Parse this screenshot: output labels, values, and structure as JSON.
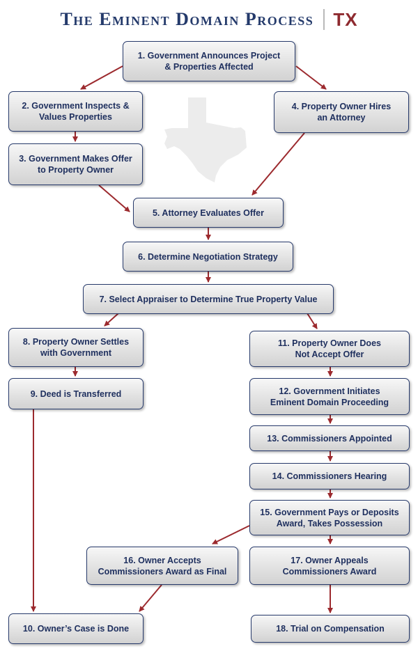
{
  "title": {
    "main": "The Eminent Domain Process",
    "state": "TX"
  },
  "steps": {
    "s1": "1. Government Announces Project\n& Properties Affected",
    "s2": "2. Government Inspects &\nValues Properties",
    "s3": "3. Government Makes Offer\nto Property Owner",
    "s4": "4. Property Owner Hires\nan Attorney",
    "s5": "5. Attorney Evaluates Offer",
    "s6": "6. Determine Negotiation Strategy",
    "s7": "7. Select Appraiser to Determine True Property Value",
    "s8": "8. Property Owner Settles\nwith Government",
    "s9": "9. Deed is Transferred",
    "s10": "10. Owner’s Case is Done",
    "s11": "11. Property Owner Does\nNot Accept Offer",
    "s12": "12. Government Initiates\nEminent Domain Proceeding",
    "s13": "13. Commissioners Appointed",
    "s14": "14. Commissioners Hearing",
    "s15": "15. Government Pays or Deposits\nAward, Takes Possession",
    "s16": "16. Owner Accepts\nCommissioners Award as Final",
    "s17": "17. Owner Appeals\nCommissioners Award",
    "s18": "18. Trial on Compensation"
  },
  "colors": {
    "title": "#243a6b",
    "accent": "#8e2a2f",
    "box_border": "#273a6b",
    "arrow": "#9c2a2e",
    "watermark": "#eeeeee"
  }
}
